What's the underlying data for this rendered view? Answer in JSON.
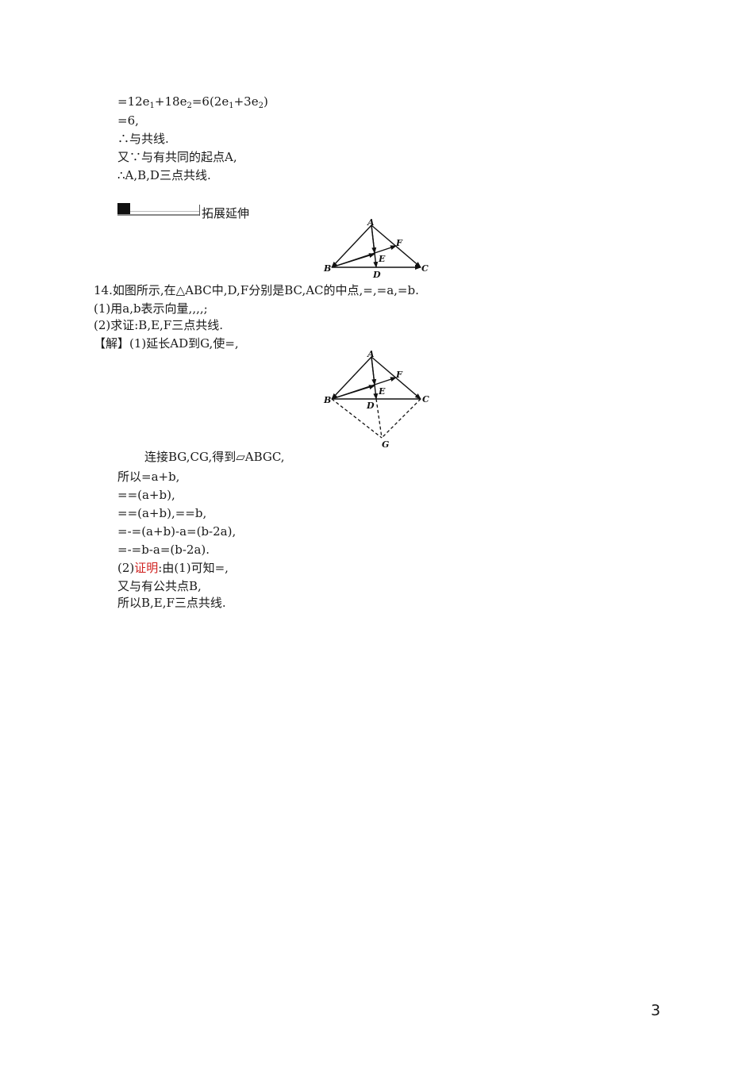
{
  "proof13": {
    "l1_a": "=12e",
    "l1_s1": "1",
    "l1_b": "+18e",
    "l1_s2": "2",
    "l1_c": "=6(2e",
    "l1_s3": "1",
    "l1_d": "+3e",
    "l1_s4": "2",
    "l1_e": ")",
    "l2": "=6,",
    "l3": "∴与共线.",
    "l4": "又∵与有共同的起点A,",
    "l5": "∴A,B,D三点共线."
  },
  "section": {
    "title": "拓展延伸"
  },
  "figure1": {
    "labels": {
      "A": "A",
      "B": "B",
      "C": "C",
      "D": "D",
      "E": "E",
      "F": "F"
    }
  },
  "figure2": {
    "labels": {
      "A": "A",
      "B": "B",
      "C": "C",
      "D": "D",
      "E": "E",
      "F": "F",
      "G": "G"
    }
  },
  "problem14": {
    "stem": "14.如图所示,在△ABC中,D,F分别是BC,AC的中点,=,=a,=b.",
    "part1": "(1)用a,b表示向量,,,,;",
    "part2": "(2)求证:B,E,F三点共线.",
    "solution_start": "【解】(1)延长AD到G,使=,"
  },
  "solution": {
    "s1": "连接BG,CG,得到▱ABGC,",
    "s2": "所以=a+b,",
    "s3": "==(a+b),",
    "s4": "==(a+b),==b,",
    "s5": "=-=(a+b)-a=(b-2a),",
    "s6": "=-=b-a=(b-2a).",
    "s7_pre": "(2)",
    "s7_red": "证明",
    "s7_post": ":由(1)可知=,",
    "s8": "又与有公共点B,",
    "s9": "所以B,E,F三点共线."
  },
  "page_number": "3"
}
